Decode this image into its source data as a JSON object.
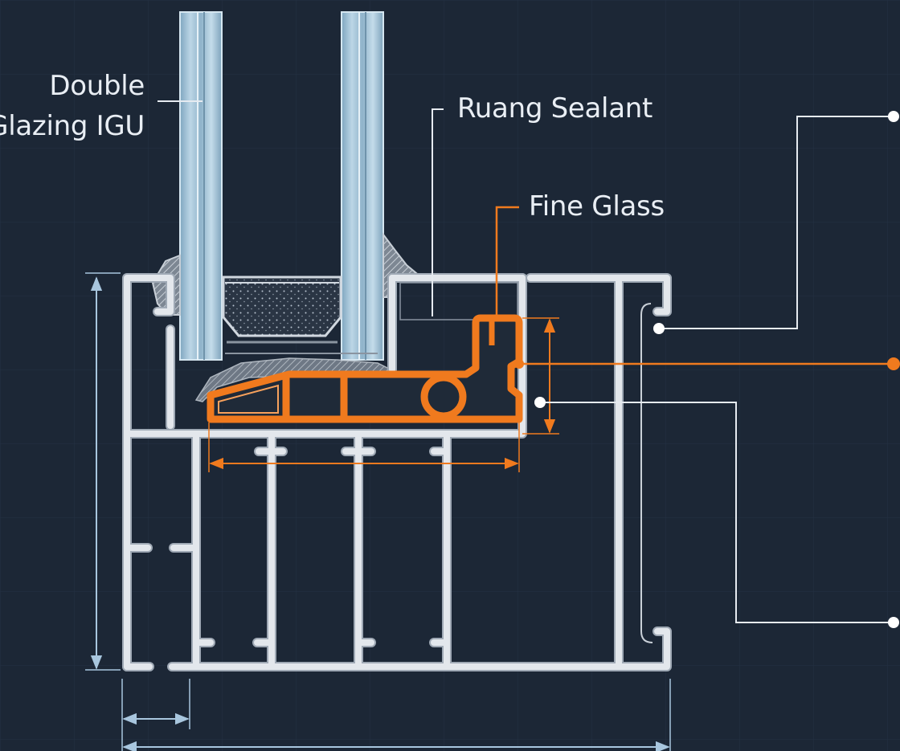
{
  "labels": {
    "igu_line1": "Double",
    "igu_line2": "Glazing IGU",
    "ruang_sealant": "Ruang Sealant",
    "fine_glass": "Fine Glass"
  },
  "colors": {
    "background": "#1c2736",
    "grid": "#243244",
    "profile_fill": "#dfe4ea",
    "profile_edge": "#9fa9b5",
    "glass": "#9ec0d6",
    "accent_orange": "#f07a1e",
    "dimension_blue": "#a8c6de",
    "leader_white": "#e6ebf1"
  }
}
